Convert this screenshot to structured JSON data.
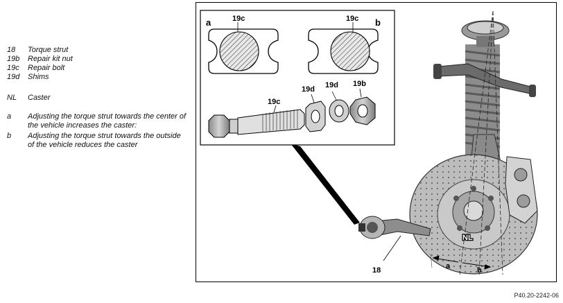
{
  "legend": {
    "items": [
      {
        "code": "18",
        "text": "Torque strut"
      },
      {
        "code": "19b",
        "text": "Repair kit nut"
      },
      {
        "code": "19c",
        "text": "Repair bolt"
      },
      {
        "code": "19d",
        "text": "Shims"
      }
    ],
    "caster": {
      "code": "NL",
      "text": "Caster"
    },
    "notes": [
      {
        "code": "a",
        "text": "Adjusting the torque strut towards the center of the vehicle increases the caster:"
      },
      {
        "code": "b",
        "text": "Adjusting the torque strut towards the outside of the vehicle reduces the caster"
      }
    ]
  },
  "diagram": {
    "inset_labels": {
      "a": "a",
      "b": "b",
      "bolt_a": "19c",
      "bolt_b": "19c",
      "bolt": "19c",
      "shim": "19d",
      "nut_washer": "19d",
      "nut": "19b"
    },
    "main_labels": {
      "strut": "18",
      "caster": "NL",
      "dir_a": "a",
      "dir_b": "b"
    }
  },
  "reference": "P40.20-2242-06"
}
